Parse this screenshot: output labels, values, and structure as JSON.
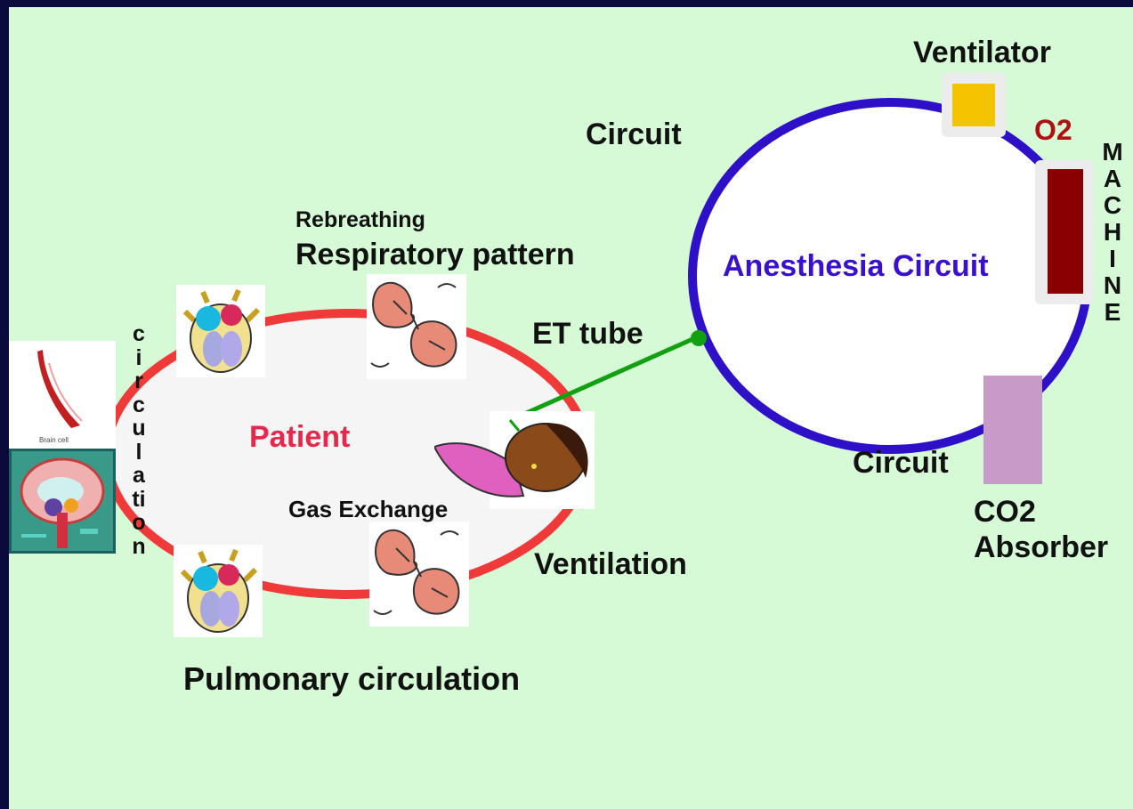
{
  "labels": {
    "ventilator": "Ventilator",
    "o2": "O2",
    "circuit_top": "Circuit",
    "anesthesia_circuit": "Anesthesia Circuit",
    "machine": "MACHINE",
    "rebreathing": "Rebreathing",
    "respiratory_pattern": "Respiratory pattern",
    "et_tube": "ET tube",
    "patient": "Patient",
    "circulation": "circulation",
    "circuit_bottom": "Circuit",
    "co2": "CO2",
    "absorber": "Absorber",
    "gas_exchange": "Gas Exchange",
    "ventilation": "Ventilation",
    "pulmonary_circulation": "Pulmonary circulation",
    "brain_caption": "Brain cell"
  },
  "colors": {
    "background_border": "#0a0a3c",
    "panel": "#d6fad6",
    "patient_loop": "#f03a3a",
    "circuit_ring": "#2e10c8",
    "anesthesia_text": "#3a10d0",
    "patient_text": "#e8284a",
    "o2_text": "#b01010",
    "ventilator_box": "#f5c400",
    "machine_bar": "#8a0000",
    "absorber_box": "#c89ac8",
    "et_tube": "#10a010"
  },
  "icons": [
    "heart-icon",
    "lungs-icon",
    "patient-head-icon",
    "brain-icon",
    "muscle-icon"
  ]
}
